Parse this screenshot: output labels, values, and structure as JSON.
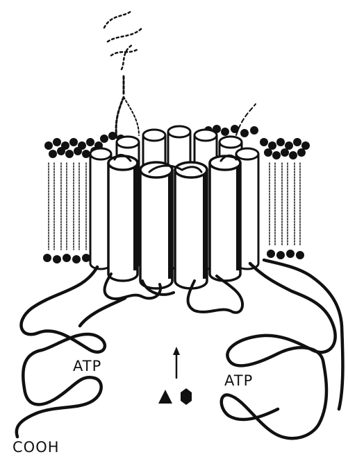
{
  "labels": {
    "atp_left": "ATP",
    "atp_right": "ATP",
    "cooh": "COOH"
  },
  "colors": {
    "ink": "#111111",
    "background": "#ffffff"
  }
}
